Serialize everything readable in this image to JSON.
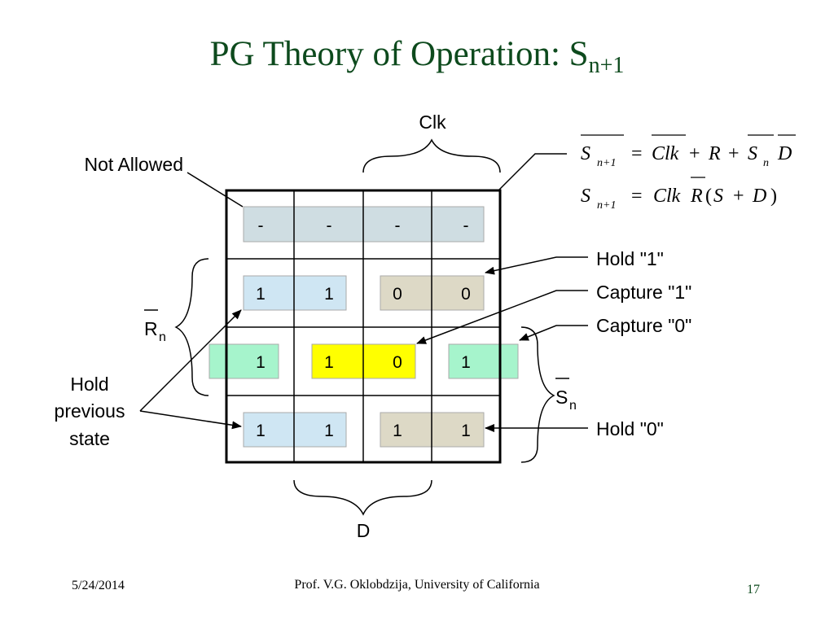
{
  "slide": {
    "title": "PG Theory of Operation: S",
    "title_sub": "n+1",
    "date": "5/24/2014",
    "footer": "Prof. V.G. Oklobdzija, University of California",
    "page": "17"
  },
  "labels": {
    "clk": "Clk",
    "d": "D",
    "not_allowed": "Not Allowed",
    "r_base": "R",
    "r_sub": "n",
    "s_base": "S",
    "s_sub": "n",
    "hold_prev": [
      "Hold",
      "previous",
      "state"
    ],
    "hold1": "Hold \"1\"",
    "capture1": "Capture \"1\"",
    "capture0": "Capture \"0\"",
    "hold0": "Hold \"0\""
  },
  "kmap": {
    "rows": [
      [
        "-",
        "-",
        "-",
        "-"
      ],
      [
        "1",
        "1",
        "0",
        "0"
      ],
      [
        "1",
        "1",
        "0",
        "1"
      ],
      [
        "1",
        "1",
        "1",
        "1"
      ]
    ]
  },
  "equations": {
    "eq1": "S̅n+1 = C̅l̅k̅ + R + S̅n D̅",
    "eq2": "Sn+1 = Clk R̅(S + D)"
  },
  "colors": {
    "title": "#0d4a1d",
    "not_allowed_box": "#cfdde2",
    "hold1_box": "#cfe6f3",
    "hold0_box": "#ddd9c6",
    "edge_box": "#a6f4cc",
    "capture_box": "#ffff00"
  }
}
